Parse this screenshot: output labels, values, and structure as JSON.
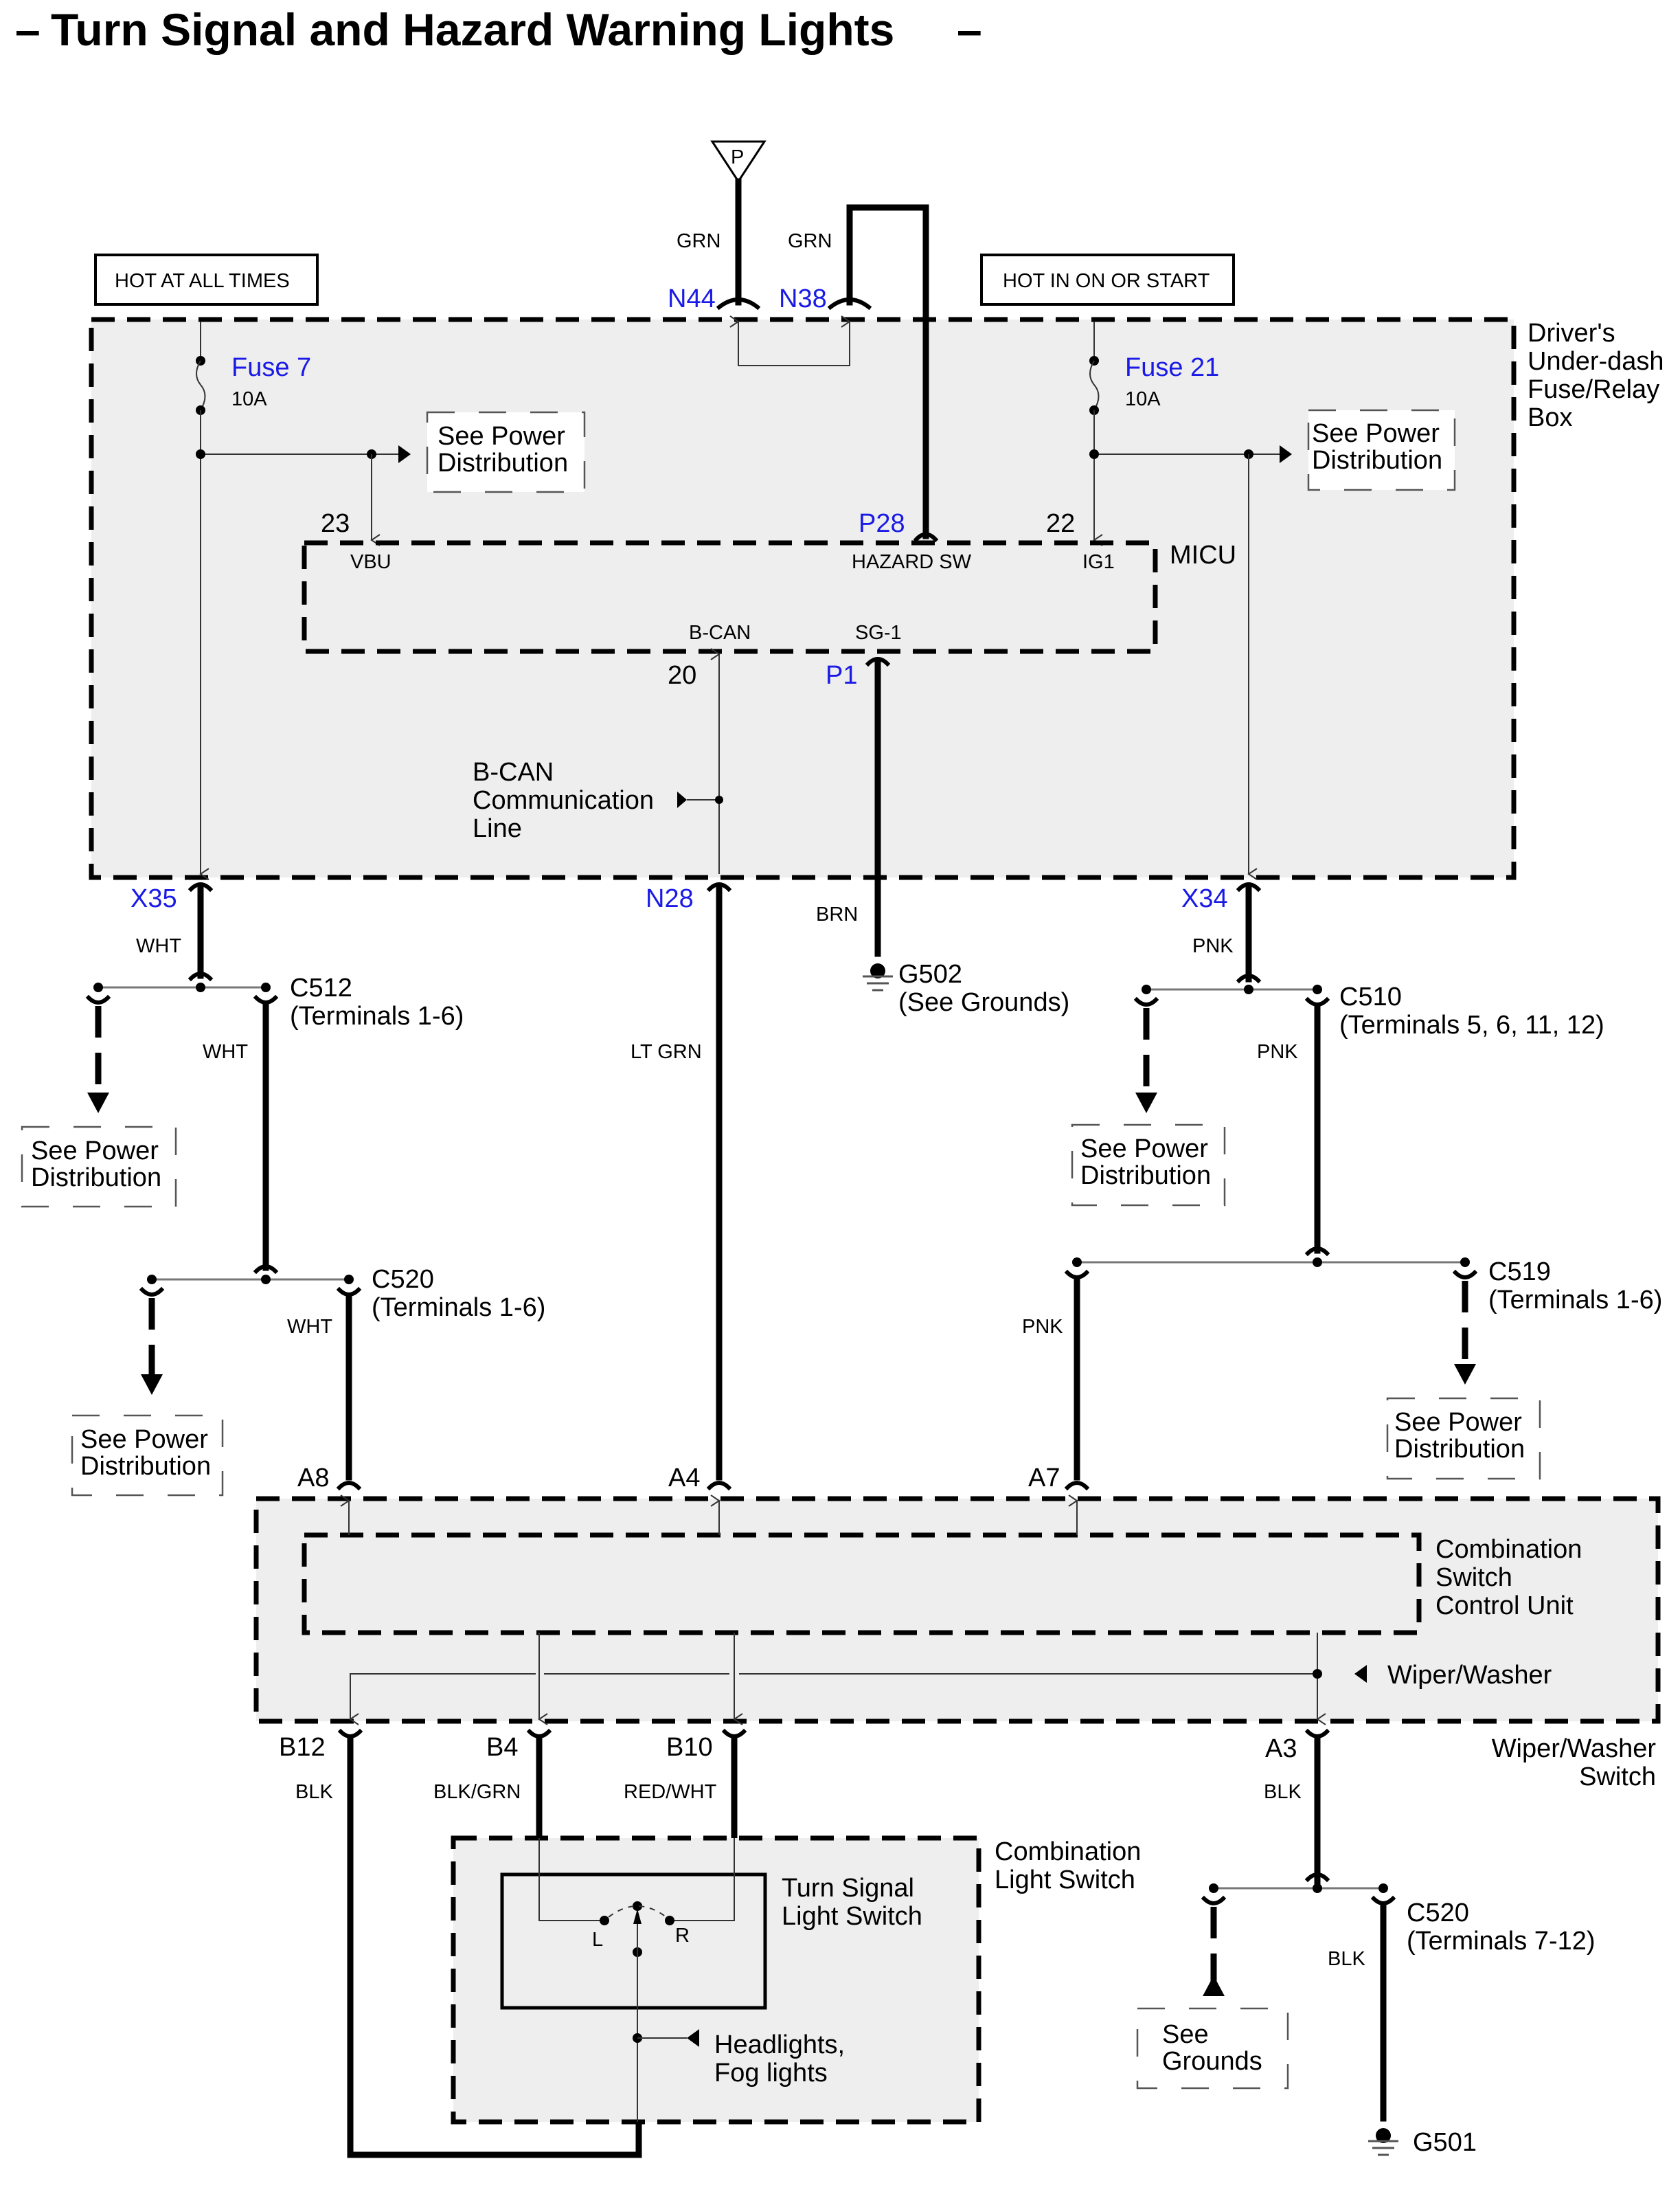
{
  "title": "Turn Signal and Hazard Warning Lights",
  "title_dash": "–",
  "power_sources": {
    "hot_at_all_times": "HOT AT ALL TIMES",
    "hot_in_on_or_start": "HOT IN ON OR START"
  },
  "pdu_symbol": "P",
  "fuse_box": {
    "label_lines": [
      "Driver's",
      "Under-dash",
      "Fuse/Relay",
      "Box"
    ],
    "fuse7": {
      "name": "Fuse 7",
      "rating": "10A"
    },
    "fuse21": {
      "name": "Fuse 21",
      "rating": "10A"
    },
    "bcan_label_lines": [
      "B-CAN",
      "Communication",
      "Line"
    ]
  },
  "micu": {
    "label": "MICU",
    "pins": {
      "vbu": {
        "num": "23",
        "name": "VBU"
      },
      "hazard_sw": {
        "num": "P28",
        "name": "HAZARD SW"
      },
      "ig1": {
        "num": "22",
        "name": "IG1"
      },
      "bcan": {
        "num": "20",
        "name": "B-CAN"
      },
      "sg1": {
        "num": "P1",
        "name": "SG-1"
      }
    }
  },
  "connectors": {
    "n44": "N44",
    "n38": "N38",
    "x35": "X35",
    "n28": "N28",
    "x34": "X34",
    "c512": {
      "name": "C512",
      "terminals": "(Terminals 1-6)"
    },
    "c510": {
      "name": "C510",
      "terminals": "(Terminals 5, 6, 11, 12)"
    },
    "c520_upper": {
      "name": "C520",
      "terminals": "(Terminals 1-6)"
    },
    "c519": {
      "name": "C519",
      "terminals": "(Terminals 1-6)"
    },
    "c520_lower": {
      "name": "C520",
      "terminals": "(Terminals 7-12)"
    }
  },
  "wires": {
    "grn_p": "GRN",
    "grn_hazard": "GRN",
    "wht_x35": "WHT",
    "wht_c512": "WHT",
    "wht_c520": "WHT",
    "lt_grn": "LT GRN",
    "brn": "BRN",
    "pnk_x34": "PNK",
    "pnk_c510": "PNK",
    "pnk_a7": "PNK",
    "blk_b12": "BLK",
    "blk_grn_b4": "BLK/GRN",
    "red_wht_b10": "RED/WHT",
    "blk_a3": "BLK",
    "blk_c520": "BLK"
  },
  "grounds": {
    "g502": {
      "name": "G502",
      "note": "(See Grounds)"
    },
    "g501": {
      "name": "G501"
    }
  },
  "references": {
    "see_power_distribution": [
      "See Power",
      "Distribution"
    ],
    "see_grounds": [
      "See",
      "Grounds"
    ]
  },
  "combination_switch": {
    "control_unit_lines": [
      "Combination",
      "Switch",
      "Control Unit"
    ],
    "wiper_washer_ref": "Wiper/Washer",
    "wiper_washer_switch_lines": [
      "Wiper/Washer",
      "Switch"
    ],
    "pins": {
      "a8": "A8",
      "a4": "A4",
      "a7": "A7",
      "b12": "B12",
      "b4": "B4",
      "b10": "B10",
      "a3": "A3"
    }
  },
  "combination_light_switch": {
    "label_lines": [
      "Combination",
      "Light Switch"
    ],
    "turn_signal_lines": [
      "Turn Signal",
      "Light Switch"
    ],
    "pos_left": "L",
    "pos_right": "R",
    "headlights_lines": [
      "Headlights,",
      "Fog lights"
    ]
  },
  "colors": {
    "connector_label": "#1a1ae6",
    "component_fill": "#eeeeee",
    "wire": "#000000"
  }
}
